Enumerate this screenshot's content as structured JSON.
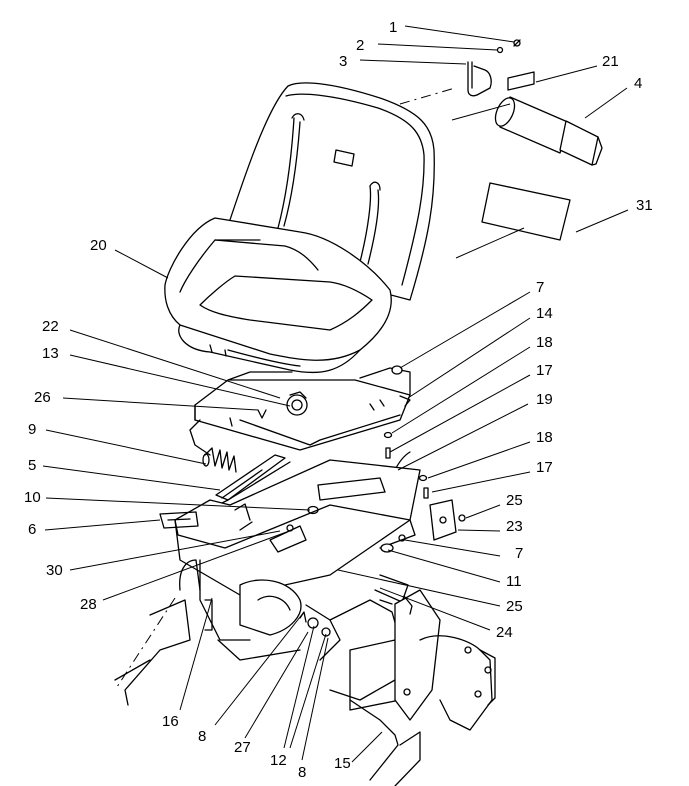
{
  "callouts": [
    {
      "id": "c1",
      "text": "1"
    },
    {
      "id": "c2",
      "text": "2"
    },
    {
      "id": "c3",
      "text": "3"
    },
    {
      "id": "c21",
      "text": "21"
    },
    {
      "id": "c4",
      "text": "4"
    },
    {
      "id": "c31",
      "text": "31"
    },
    {
      "id": "c20",
      "text": "20"
    },
    {
      "id": "c7a",
      "text": "7"
    },
    {
      "id": "c14",
      "text": "14"
    },
    {
      "id": "c22",
      "text": "22"
    },
    {
      "id": "c18a",
      "text": "18"
    },
    {
      "id": "c13",
      "text": "13"
    },
    {
      "id": "c17a",
      "text": "17"
    },
    {
      "id": "c26",
      "text": "26"
    },
    {
      "id": "c19",
      "text": "19"
    },
    {
      "id": "c9",
      "text": "9"
    },
    {
      "id": "c18b",
      "text": "18"
    },
    {
      "id": "c5",
      "text": "5"
    },
    {
      "id": "c17b",
      "text": "17"
    },
    {
      "id": "c10",
      "text": "10"
    },
    {
      "id": "c25a",
      "text": "25"
    },
    {
      "id": "c6",
      "text": "6"
    },
    {
      "id": "c23",
      "text": "23"
    },
    {
      "id": "c30",
      "text": "30"
    },
    {
      "id": "c7b",
      "text": "7"
    },
    {
      "id": "c11",
      "text": "11"
    },
    {
      "id": "c28",
      "text": "28"
    },
    {
      "id": "c25b",
      "text": "25"
    },
    {
      "id": "c24",
      "text": "24"
    },
    {
      "id": "c16",
      "text": "16"
    },
    {
      "id": "c8a",
      "text": "8"
    },
    {
      "id": "c27",
      "text": "27"
    },
    {
      "id": "c12",
      "text": "12"
    },
    {
      "id": "c15",
      "text": "15"
    },
    {
      "id": "c8b",
      "text": "8"
    }
  ]
}
